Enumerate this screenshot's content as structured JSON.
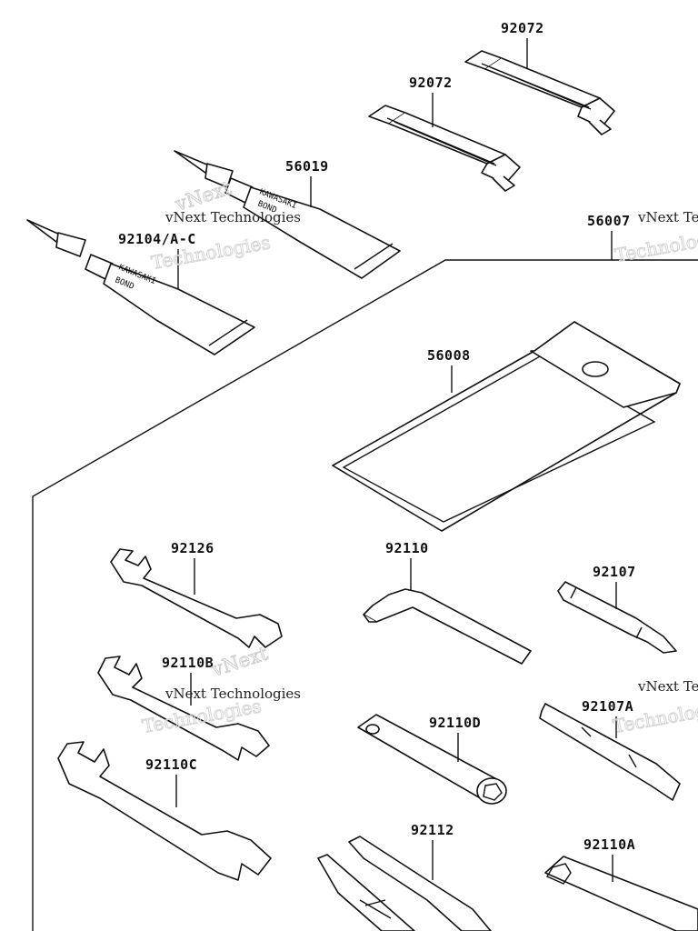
{
  "parts": {
    "p92072_top": "92072",
    "p92072_mid": "92072",
    "p56019": "56019",
    "p92104": "92104/A-C",
    "p56007": "56007",
    "p56008": "56008",
    "p92126": "92126",
    "p92110": "92110",
    "p92107": "92107",
    "p92110B": "92110B",
    "p92110D": "92110D",
    "p92107A": "92107A",
    "p92110C": "92110C",
    "p92112": "92112",
    "p92110A": "92110A"
  },
  "tube_text": {
    "line1": "KAWASAKI",
    "line2": "BOND"
  },
  "watermark": {
    "vnext": "vNext Technologies",
    "vnext_short": "vNext Te",
    "outline1": "vNext",
    "outline2": "Technologies"
  }
}
